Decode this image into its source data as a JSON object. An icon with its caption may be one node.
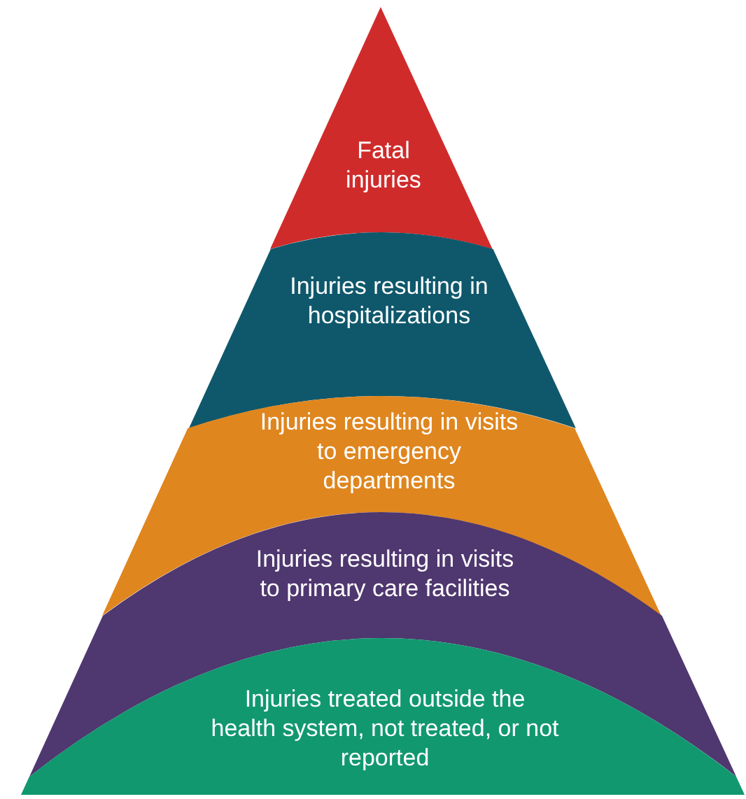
{
  "diagram": {
    "nodes": [
      {
        "text": [
          "Fatal injuries"
        ]
      },
      {
        "text": [
          "Injuries resulting in hospitalizations"
        ]
      },
      {
        "text": [
          "Injuries resulting in visits to emergency departments"
        ]
      },
      {
        "text": [
          "Injuries resulting in visits to primary care facilities"
        ]
      },
      {
        "text": [
          "Injuries treated outside the health system, not treated, or not reported"
        ]
      }
    ]
  }
}
